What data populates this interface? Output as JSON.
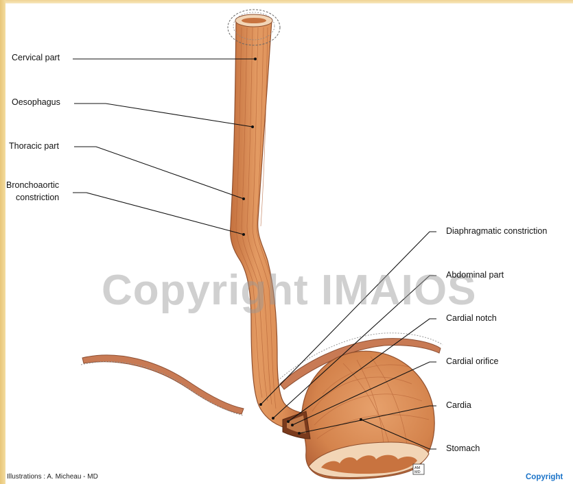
{
  "labels": {
    "cervical_part": "Cervical part",
    "oesophagus": "Oesophagus",
    "thoracic_part": "Thoracic part",
    "bronchoaortic_line1": "Bronchoaortic",
    "bronchoaortic_line2": "constriction",
    "diaphragmatic_constriction": "Diaphragmatic constriction",
    "abdominal_part": "Abdominal part",
    "cardial_notch": "Cardial notch",
    "cardial_orifice": "Cardial orifice",
    "cardia": "Cardia",
    "stomach": "Stomach"
  },
  "watermark": "Copyright IMAIOS",
  "credit": "Illustrations : A. Micheau - MD",
  "copyright_link": "Copyright",
  "signature_mark": "AM MD",
  "colors": {
    "tissue": "#d9874f",
    "tissue_dark": "#b7653a",
    "tissue_light": "#eaa875",
    "diaphragm": "#c87a54",
    "leader_line": "#111111",
    "link": "#1a73c8",
    "frame": "#efd394"
  }
}
